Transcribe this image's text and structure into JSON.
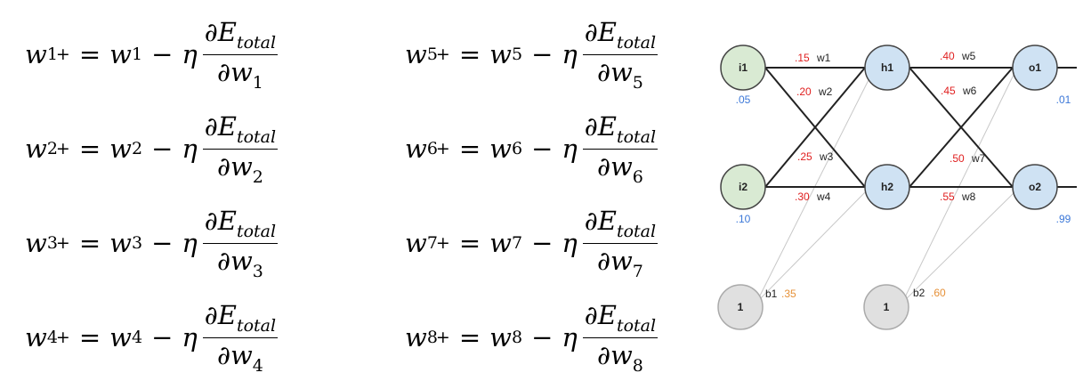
{
  "equations": [
    {
      "idx": "1",
      "plus": "+",
      "eq": "=",
      "minus": "−",
      "eta": "η",
      "partial": "∂",
      "E": "E",
      "total": "total",
      "w": "w"
    },
    {
      "idx": "2",
      "plus": "+",
      "eq": "=",
      "minus": "−",
      "eta": "η",
      "partial": "∂",
      "E": "E",
      "total": "total",
      "w": "w"
    },
    {
      "idx": "3",
      "plus": "+",
      "eq": "=",
      "minus": "−",
      "eta": "η",
      "partial": "∂",
      "E": "E",
      "total": "total",
      "w": "w"
    },
    {
      "idx": "4",
      "plus": "+",
      "eq": "=",
      "minus": "−",
      "eta": "η",
      "partial": "∂",
      "E": "E",
      "total": "total",
      "w": "w"
    },
    {
      "idx": "5",
      "plus": "+",
      "eq": "=",
      "minus": "−",
      "eta": "η",
      "partial": "∂",
      "E": "E",
      "total": "total",
      "w": "w"
    },
    {
      "idx": "6",
      "plus": "+",
      "eq": "=",
      "minus": "−",
      "eta": "η",
      "partial": "∂",
      "E": "E",
      "total": "total",
      "w": "w"
    },
    {
      "idx": "7",
      "plus": "+",
      "eq": "=",
      "minus": "−",
      "eta": "η",
      "partial": "∂",
      "E": "E",
      "total": "total",
      "w": "w"
    },
    {
      "idx": "8",
      "plus": "+",
      "eq": "=",
      "minus": "−",
      "eta": "η",
      "partial": "∂",
      "E": "E",
      "total": "total",
      "w": "w"
    }
  ],
  "network": {
    "nodes": {
      "i1": "i1",
      "i2": "i2",
      "h1": "h1",
      "h2": "h2",
      "o1": "o1",
      "o2": "o2",
      "b1": "1",
      "b2": "1"
    },
    "inputs": {
      "i1": ".05",
      "i2": ".10"
    },
    "targets": {
      "o1": ".01",
      "o2": ".99"
    },
    "weights": [
      {
        "name": "w1",
        "value": ".15"
      },
      {
        "name": "w2",
        "value": ".20"
      },
      {
        "name": "w3",
        "value": ".25"
      },
      {
        "name": "w4",
        "value": ".30"
      },
      {
        "name": "w5",
        "value": ".40"
      },
      {
        "name": "w6",
        "value": ".45"
      },
      {
        "name": "w7",
        "value": ".50"
      },
      {
        "name": "w8",
        "value": ".55"
      }
    ],
    "biases": [
      {
        "name": "b1",
        "value": ".35"
      },
      {
        "name": "b2",
        "value": ".60"
      }
    ],
    "colors": {
      "input_fill": "#d9ead3",
      "hidden_fill": "#cfe2f3",
      "bias_fill": "#e0e0e0",
      "weight_value": "#e02020",
      "io_value": "#3c78d8",
      "bias_value": "#e69138"
    }
  }
}
